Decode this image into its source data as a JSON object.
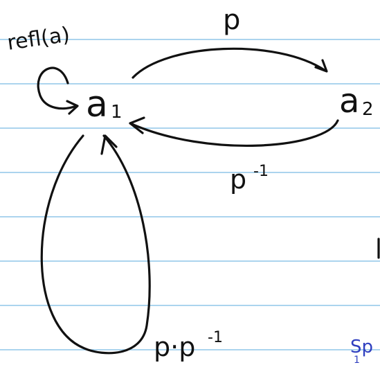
{
  "nodes": {
    "a1": {
      "label": "a",
      "subscript": "1"
    },
    "a2": {
      "label": "a",
      "subscript": "2"
    }
  },
  "edges": {
    "refl": {
      "label": "refl(a)"
    },
    "p": {
      "label": "p"
    },
    "p_inverse": {
      "label": "p",
      "superscript": "-1"
    },
    "loop": {
      "label": "p·p",
      "superscript": "-1"
    }
  },
  "margin_note": {
    "text": "Sp",
    "subscript": "1"
  },
  "colors": {
    "ink": "#111111",
    "rule_lines": "#8fc6e8",
    "margin_ink": "#2f3fbf"
  }
}
